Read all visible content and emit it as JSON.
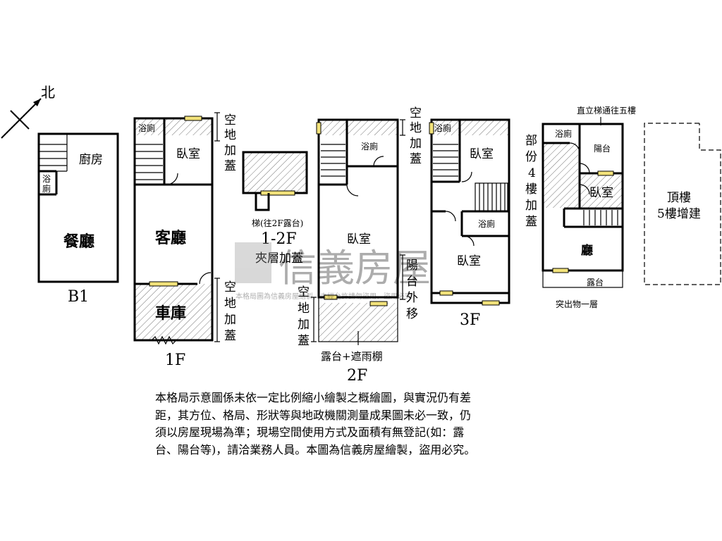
{
  "compass": {
    "north_label": "北"
  },
  "b1": {
    "kitchen": "廚房",
    "bath_top": "浴",
    "bath_bottom": "廁",
    "dining": "餐廳",
    "floor_label": "B1"
  },
  "f1": {
    "bath": "浴廁",
    "bedroom": "臥室",
    "living": "客廳",
    "garage": "車庫",
    "floor_label": "1F",
    "side_top": [
      "空",
      "地",
      "加",
      "蓋"
    ],
    "side_bottom": [
      "空",
      "地",
      "加",
      "蓋"
    ]
  },
  "mezz": {
    "stair_note": "梯(往2F露台)",
    "floor_label": "1-2F",
    "sub_label": "夾層加蓋"
  },
  "f2": {
    "bath": "浴廁",
    "bedroom": "臥室",
    "terrace": "露台+遮雨棚",
    "floor_label": "2F",
    "side_top": [
      "空",
      "地",
      "加",
      "蓋"
    ],
    "side_left": [
      "空",
      "地",
      "加",
      "蓋"
    ],
    "balcony_moved": [
      "陽",
      "台",
      "外",
      "移"
    ]
  },
  "f3": {
    "bath_top": "浴廁",
    "bedroom_top": "臥室",
    "bath_mid": "浴廁",
    "bedroom_bottom": "臥室",
    "floor_label": "3F"
  },
  "f4": {
    "elevator_note": "直立梯通往五樓",
    "bath": "浴廁",
    "balcony": "陽台",
    "bedroom": "臥室",
    "hall": "廳",
    "terrace": "露台",
    "protrusion": "突出物一層",
    "side_partial": [
      "部",
      "份",
      "4",
      "樓",
      "加",
      "蓋"
    ]
  },
  "roof": {
    "line1": "頂樓",
    "line2": "5樓增建"
  },
  "watermark": {
    "brand": "信義房屋",
    "fine_print": "本格局圖為信義房屋繪製，未經允許請勿盜用，盜用必究"
  },
  "disclaimer": [
    "本格局示意圖係未依一定比例縮小繪製之概繪圖，與實況仍有差",
    "距，其方位、格局、形狀等與地政機關測量成果圖未必一致，仍",
    "須以房屋現場為準；現場空間使用方式及面積有無登記(如：露",
    "台、陽台等)，請洽業務人員。本圖為信義房屋繪製，盜用必究。"
  ]
}
